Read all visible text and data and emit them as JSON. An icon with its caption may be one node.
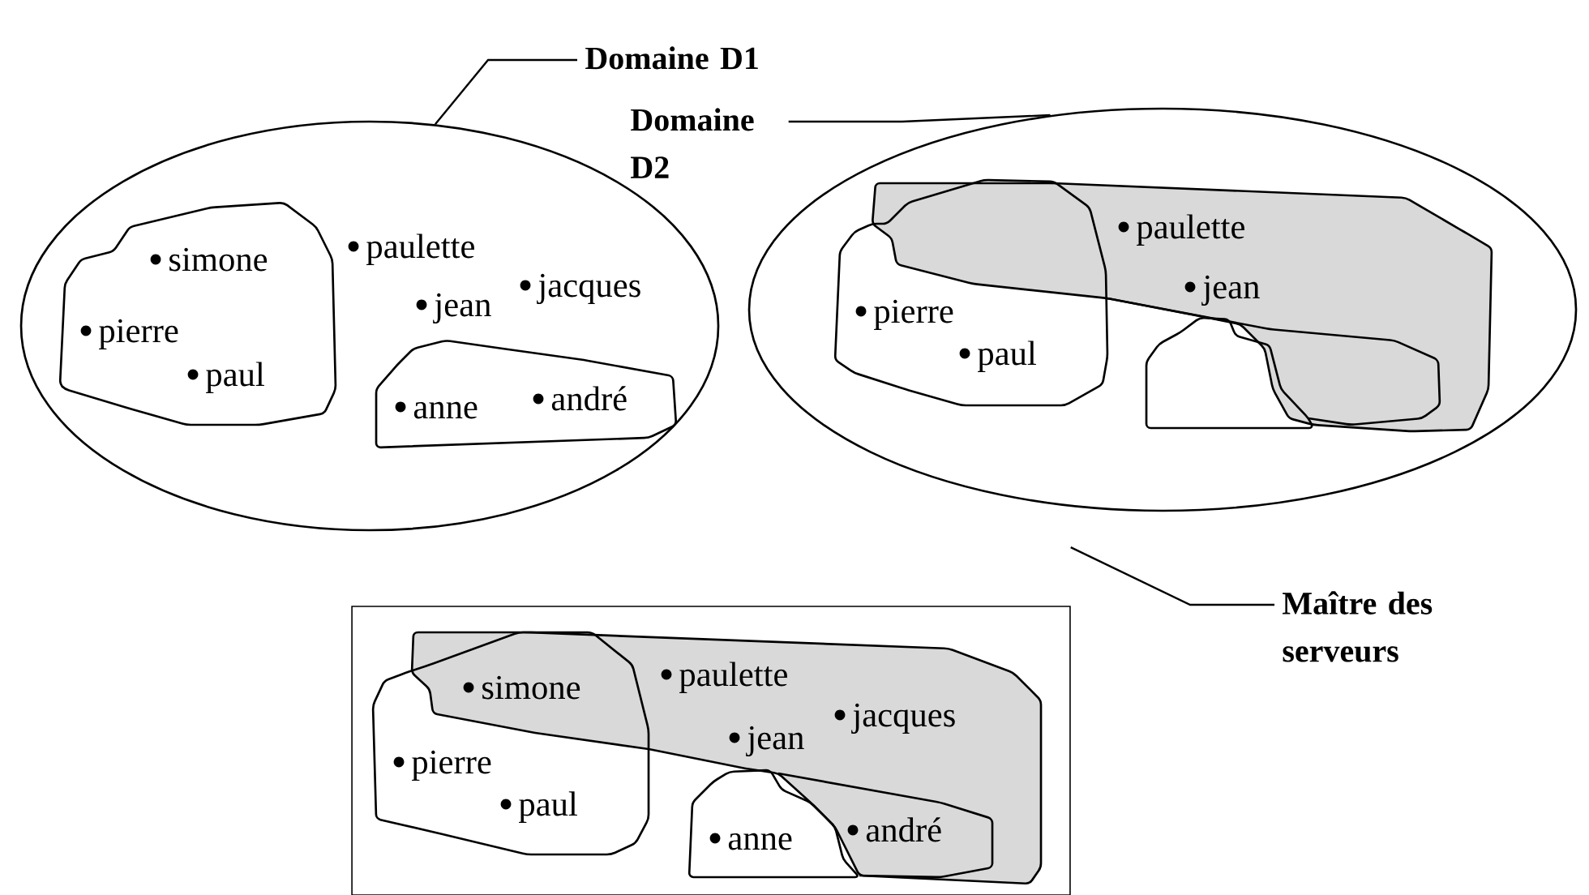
{
  "diagram": {
    "nodes": [
      {
        "text": [
          "Domaine D1"
        ]
      },
      {
        "text": [
          "paulette",
          "jean",
          "jacques"
        ]
      },
      {
        "text": [
          "simone",
          "pierre",
          "paul"
        ],
        "in": 1
      },
      {
        "text": [
          "anne",
          "andré"
        ],
        "in": 1
      },
      {
        "text": [
          "Domaine D2"
        ]
      },
      {
        "text": [],
        "shape": "ellipse"
      },
      {
        "text": [
          "paulette",
          "jean"
        ],
        "in": 5
      },
      {
        "text": [
          "pierre",
          "paul"
        ],
        "in": 5
      },
      {
        "text": [],
        "shape": "blob",
        "in": 5
      },
      {
        "text": [
          "Maître des serveurs"
        ]
      },
      {
        "text": [],
        "shape": "box"
      },
      {
        "text": [
          "paulette",
          "jean",
          "jacques",
          "andré"
        ],
        "in": 10
      },
      {
        "text": [
          "simone",
          "pierre",
          "paul"
        ],
        "in": 10
      },
      {
        "text": [
          "anne"
        ],
        "in": 10
      }
    ],
    "edges": [
      {
        "from": 0,
        "to": 1,
        "arrow": "none"
      },
      {
        "from": 4,
        "to": 5,
        "arrow": "none"
      },
      {
        "from": 9,
        "to": 10,
        "arrow": "none"
      }
    ]
  }
}
